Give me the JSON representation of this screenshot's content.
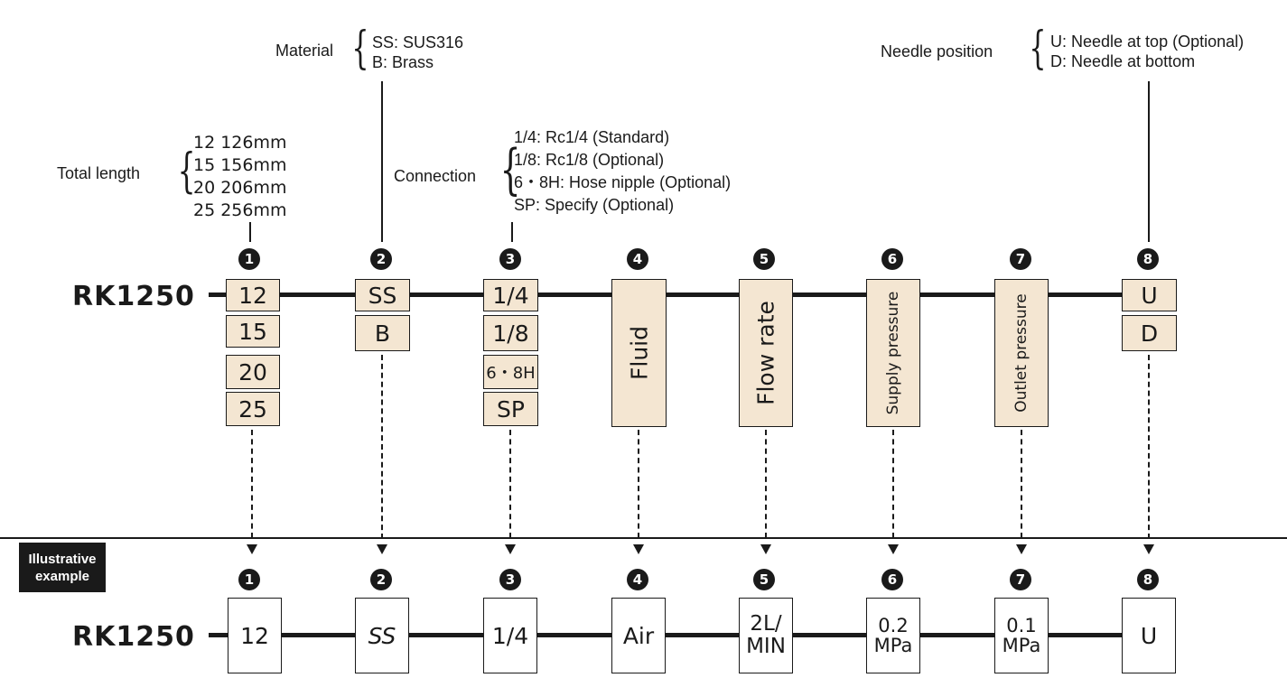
{
  "model_code": "RK1250",
  "annotations": {
    "total_length": {
      "label": "Total length",
      "lines": [
        "12 126mm",
        "15 156mm",
        "20 206mm",
        "25 256mm"
      ]
    },
    "material": {
      "label": "Material",
      "lines": [
        "SS: SUS316",
        "B: Brass"
      ]
    },
    "connection": {
      "label": "Connection",
      "lines": [
        "1/4: Rc1/4 (Standard)",
        "1/8: Rc1/8 (Optional)",
        "6・8H: Hose nipple (Optional)",
        "SP: Specify (Optional)"
      ]
    },
    "needle_position": {
      "label": "Needle position",
      "lines": [
        "U: Needle at top (Optional)",
        "D: Needle at bottom"
      ]
    }
  },
  "badges": [
    "1",
    "2",
    "3",
    "4",
    "5",
    "6",
    "7",
    "8"
  ],
  "options": {
    "length": [
      "12",
      "15",
      "20",
      "25"
    ],
    "material": [
      "SS",
      "B"
    ],
    "connection": [
      "1/4",
      "1/8",
      "6・8H",
      "SP"
    ],
    "fluid": "Fluid",
    "flow_rate": "Flow rate",
    "supply_pressure": "Supply pressure",
    "outlet_pressure": "Outlet pressure",
    "needle": [
      "U",
      "D"
    ]
  },
  "example": {
    "label_line1": "Illustrative",
    "label_line2": "example",
    "values": {
      "length": "12",
      "material": "SS",
      "connection": "1/4",
      "fluid": "Air",
      "flow_rate": [
        "2L/",
        "MIN"
      ],
      "supply_pressure": [
        "0.2",
        "MPa"
      ],
      "outlet_pressure": [
        "0.1",
        "MPa"
      ],
      "needle": "U"
    }
  }
}
